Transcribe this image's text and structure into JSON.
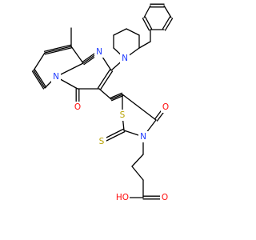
{
  "atoms": {
    "n_top": {
      "text": "N",
      "color": "#1F3BFF"
    },
    "n_pip": {
      "text": "N",
      "color": "#1F3BFF"
    },
    "n_fused": {
      "text": "N",
      "color": "#1F3BFF"
    },
    "n_thz": {
      "text": "N",
      "color": "#1F3BFF"
    },
    "o_ring": {
      "text": "O",
      "color": "#FF0D0D"
    },
    "o_thz": {
      "text": "O",
      "color": "#FF0D0D"
    },
    "o_acid_dbl": {
      "text": "O",
      "color": "#FF0D0D"
    },
    "o_acid_oh": {
      "text": "HO",
      "color": "#FF0D0D"
    },
    "s_ring": {
      "text": "S",
      "color": "#B8A200"
    },
    "s_thione": {
      "text": "S",
      "color": "#B8A200"
    }
  }
}
